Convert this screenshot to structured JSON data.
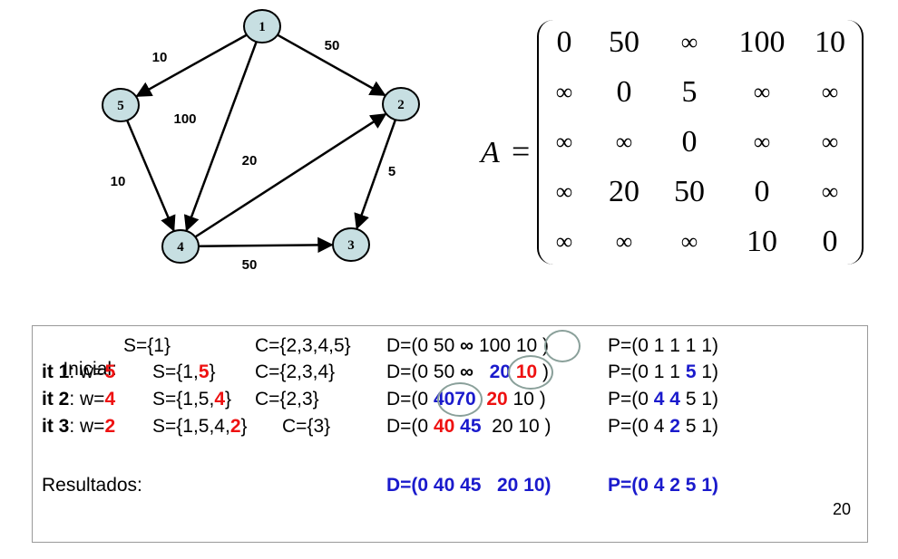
{
  "graph": {
    "nodes": [
      {
        "id": "1",
        "label": "1"
      },
      {
        "id": "2",
        "label": "2"
      },
      {
        "id": "3",
        "label": "3"
      },
      {
        "id": "4",
        "label": "4"
      },
      {
        "id": "5",
        "label": "5"
      }
    ],
    "edges": [
      {
        "from": "1",
        "to": "5",
        "weight": "10"
      },
      {
        "from": "1",
        "to": "2",
        "weight": "50"
      },
      {
        "from": "1",
        "to": "4",
        "weight": "100"
      },
      {
        "from": "5",
        "to": "4",
        "weight": "10"
      },
      {
        "from": "4",
        "to": "2",
        "weight": "20"
      },
      {
        "from": "2",
        "to": "3",
        "weight": "5"
      },
      {
        "from": "4",
        "to": "3",
        "weight": "50"
      }
    ],
    "colors": {
      "node_fill": "#c7dfe2",
      "edge": "#000000"
    }
  },
  "matrix": {
    "name": "A",
    "equals": "=",
    "rows": [
      [
        "0",
        "50",
        "∞",
        "100",
        "10"
      ],
      [
        "∞",
        "0",
        "5",
        "∞",
        "∞"
      ],
      [
        "∞",
        "∞",
        "0",
        "∞",
        "∞"
      ],
      [
        "∞",
        "20",
        "50",
        "0",
        "∞"
      ],
      [
        "∞",
        "∞",
        "∞",
        "10",
        "0"
      ]
    ]
  },
  "trace": {
    "inicial": {
      "label": "Inicial:",
      "S": "S={1}",
      "C": "C={2,3,4,5}",
      "D_prefix": "D=(0 50 ",
      "D_inf": "∞",
      "D_mid": " 100 ",
      "D_ring": "10",
      "D_close": ")",
      "P": "P=(0 1 1 1 1)"
    },
    "it1": {
      "label": "it 1",
      "w_prefix": ": w=",
      "w": "5",
      "S_prefix": "S={1,",
      "S_hl": "5",
      "S_close": "}",
      "C": "C={2,3,4}",
      "D_prefix": "D=(0 50 ",
      "D_inf": "∞",
      "D_v4": "20",
      "D_v5": "10",
      "D_close": ")",
      "P_prefix": "P=(0 1 1 ",
      "P_hl": "5",
      "P_close": " 1)"
    },
    "it2": {
      "label": "it 2",
      "w_prefix": ": w=",
      "w": "4",
      "S_prefix": "S={1,5,",
      "S_hl": "4",
      "S_close": "}",
      "C": "C={2,3}",
      "D_prefix": "D=(0 ",
      "D_v2": "40",
      "D_v3": "70",
      "D_v4": "20",
      "D_rest": "10 )",
      "P_prefix": "P=(0 ",
      "P_hl": "4 4",
      "P_close": " 5 1)"
    },
    "it3": {
      "label": "it 3",
      "w_prefix": ": w=",
      "w": "2",
      "S_prefix": "S={1,5,4,",
      "S_hl": "2",
      "S_close": "}",
      "C": "C={3}",
      "D_prefix": "D=(0 ",
      "D_v2": "40",
      "D_v3": "45",
      "D_rest": "20 10 )",
      "P_prefix": "P=(0 4 ",
      "P_hl": "2",
      "P_close": " 5 1)"
    },
    "result": {
      "label": "Resultados:",
      "D": "D=(0 40 45   20 10)",
      "P": "P=(0 4 2 5 1)"
    },
    "page_number": "20",
    "colors": {
      "highlight_red": "#ee1111",
      "highlight_blue": "#1a1acc",
      "ring": "#8aa09a"
    }
  }
}
